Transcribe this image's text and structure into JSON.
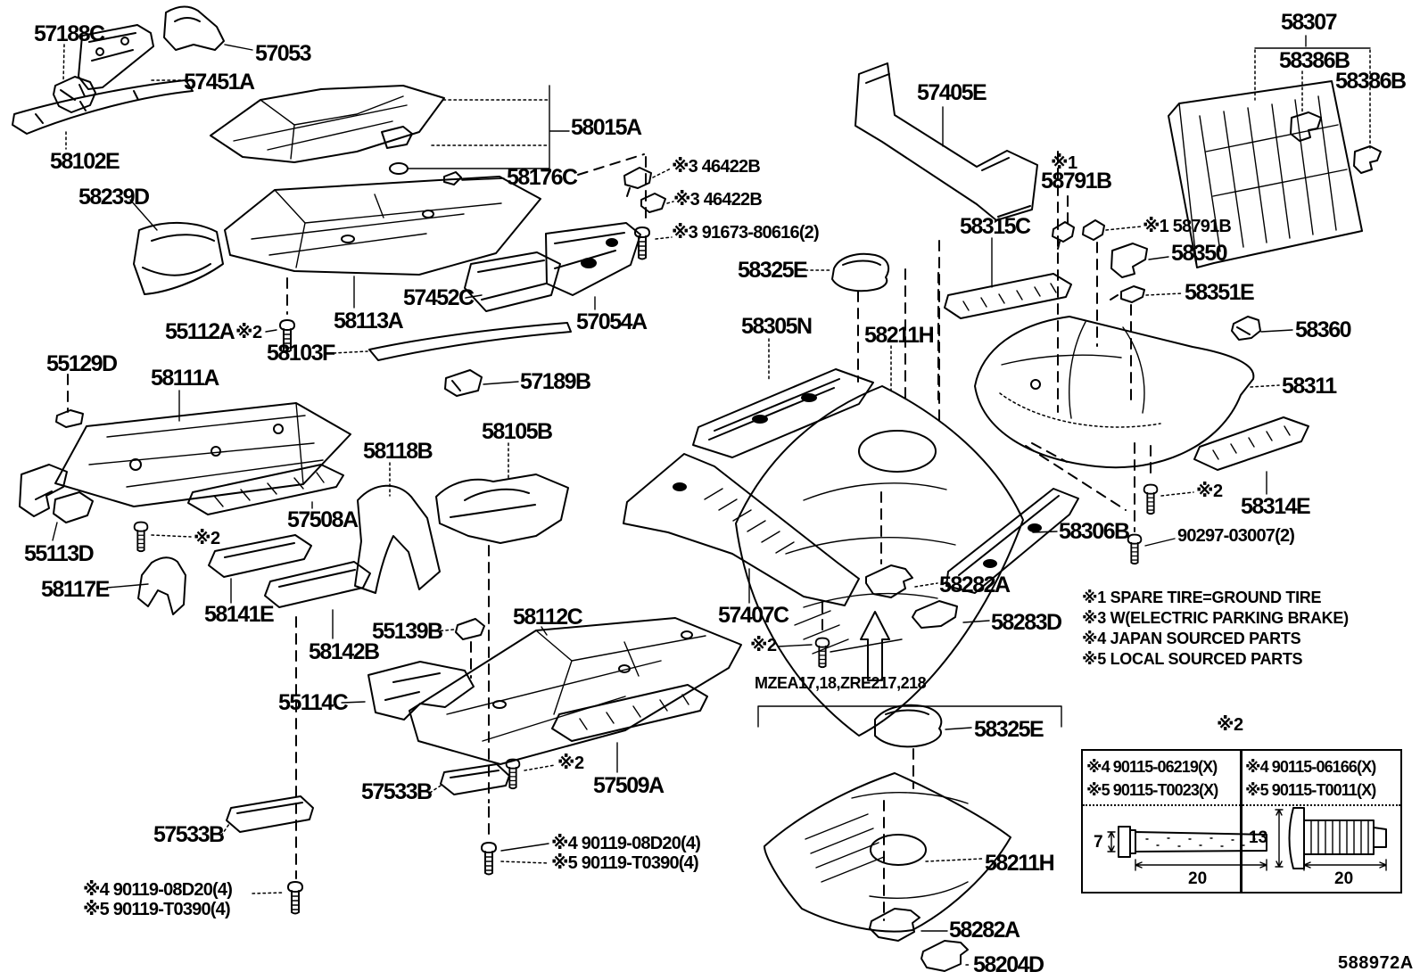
{
  "figure_number": "588972A",
  "colors": {
    "line": "#000000",
    "background": "#ffffff"
  },
  "variant_label": "MZEA17,18,ZRE217,218",
  "notes": {
    "n1": "※1 SPARE TIRE=GROUND TIRE",
    "n3": "※3 W(ELECTRIC PARKING BRAKE)",
    "n4": "※4 JAPAN SOURCED PARTS",
    "n5": "※5 LOCAL SOURCED PARTS"
  },
  "fastener_table": {
    "header": "※2",
    "left": {
      "line1": "※4 90115-06219(X)",
      "line2": "※5 90115-T0023(X)",
      "dim_height": "7",
      "dim_length": "20"
    },
    "right": {
      "line1": "※4 90115-06166(X)",
      "line2": "※5 90115-T0011(X)",
      "dim_height": "13",
      "dim_length": "20"
    }
  },
  "labels": [
    {
      "t": "57188C"
    },
    {
      "t": "57053"
    },
    {
      "t": "57451A"
    },
    {
      "t": "58015A"
    },
    {
      "t": "58102E"
    },
    {
      "t": "58176C"
    },
    {
      "t": "※3 46422B"
    },
    {
      "t": "※3 46422B"
    },
    {
      "t": "58239D"
    },
    {
      "t": "※3 91673-80616(2)"
    },
    {
      "t": "58325E"
    },
    {
      "t": "58307"
    },
    {
      "t": "58386B"
    },
    {
      "t": "58386B"
    },
    {
      "t": "57405E"
    },
    {
      "t": "※1"
    },
    {
      "t": "58791B"
    },
    {
      "t": "58315C"
    },
    {
      "t": "※1 58791B"
    },
    {
      "t": "58350"
    },
    {
      "t": "58351E"
    },
    {
      "t": "58360"
    },
    {
      "t": "55112A"
    },
    {
      "t": "※2"
    },
    {
      "t": "58113A"
    },
    {
      "t": "57452C"
    },
    {
      "t": "58103F"
    },
    {
      "t": "55129D"
    },
    {
      "t": "58111A"
    },
    {
      "t": "57054A"
    },
    {
      "t": "58305N"
    },
    {
      "t": "58211H"
    },
    {
      "t": "58311"
    },
    {
      "t": "57189B"
    },
    {
      "t": "58105B"
    },
    {
      "t": "58118B"
    },
    {
      "t": "※2"
    },
    {
      "t": "58314E"
    },
    {
      "t": "57508A"
    },
    {
      "t": "※2"
    },
    {
      "t": "58306B"
    },
    {
      "t": "90297-03007(2)"
    },
    {
      "t": "55113D"
    },
    {
      "t": "58117E"
    },
    {
      "t": "58141E"
    },
    {
      "t": "58142B"
    },
    {
      "t": "55139B"
    },
    {
      "t": "58112C"
    },
    {
      "t": "57407C"
    },
    {
      "t": "58282A"
    },
    {
      "t": "58283D"
    },
    {
      "t": "55114C"
    },
    {
      "t": "※2"
    },
    {
      "t": "57509A"
    },
    {
      "t": "57533B"
    },
    {
      "t": "57533B"
    },
    {
      "t": "※4 90119-08D20(4)"
    },
    {
      "t": "※5 90119-T0390(4)"
    },
    {
      "t": "※4 90119-08D20(4)"
    },
    {
      "t": "※5 90119-T0390(4)"
    },
    {
      "t": "58211H"
    },
    {
      "t": "58282A"
    },
    {
      "t": "58204D"
    },
    {
      "t": "※2"
    },
    {
      "t": "58325E"
    }
  ]
}
